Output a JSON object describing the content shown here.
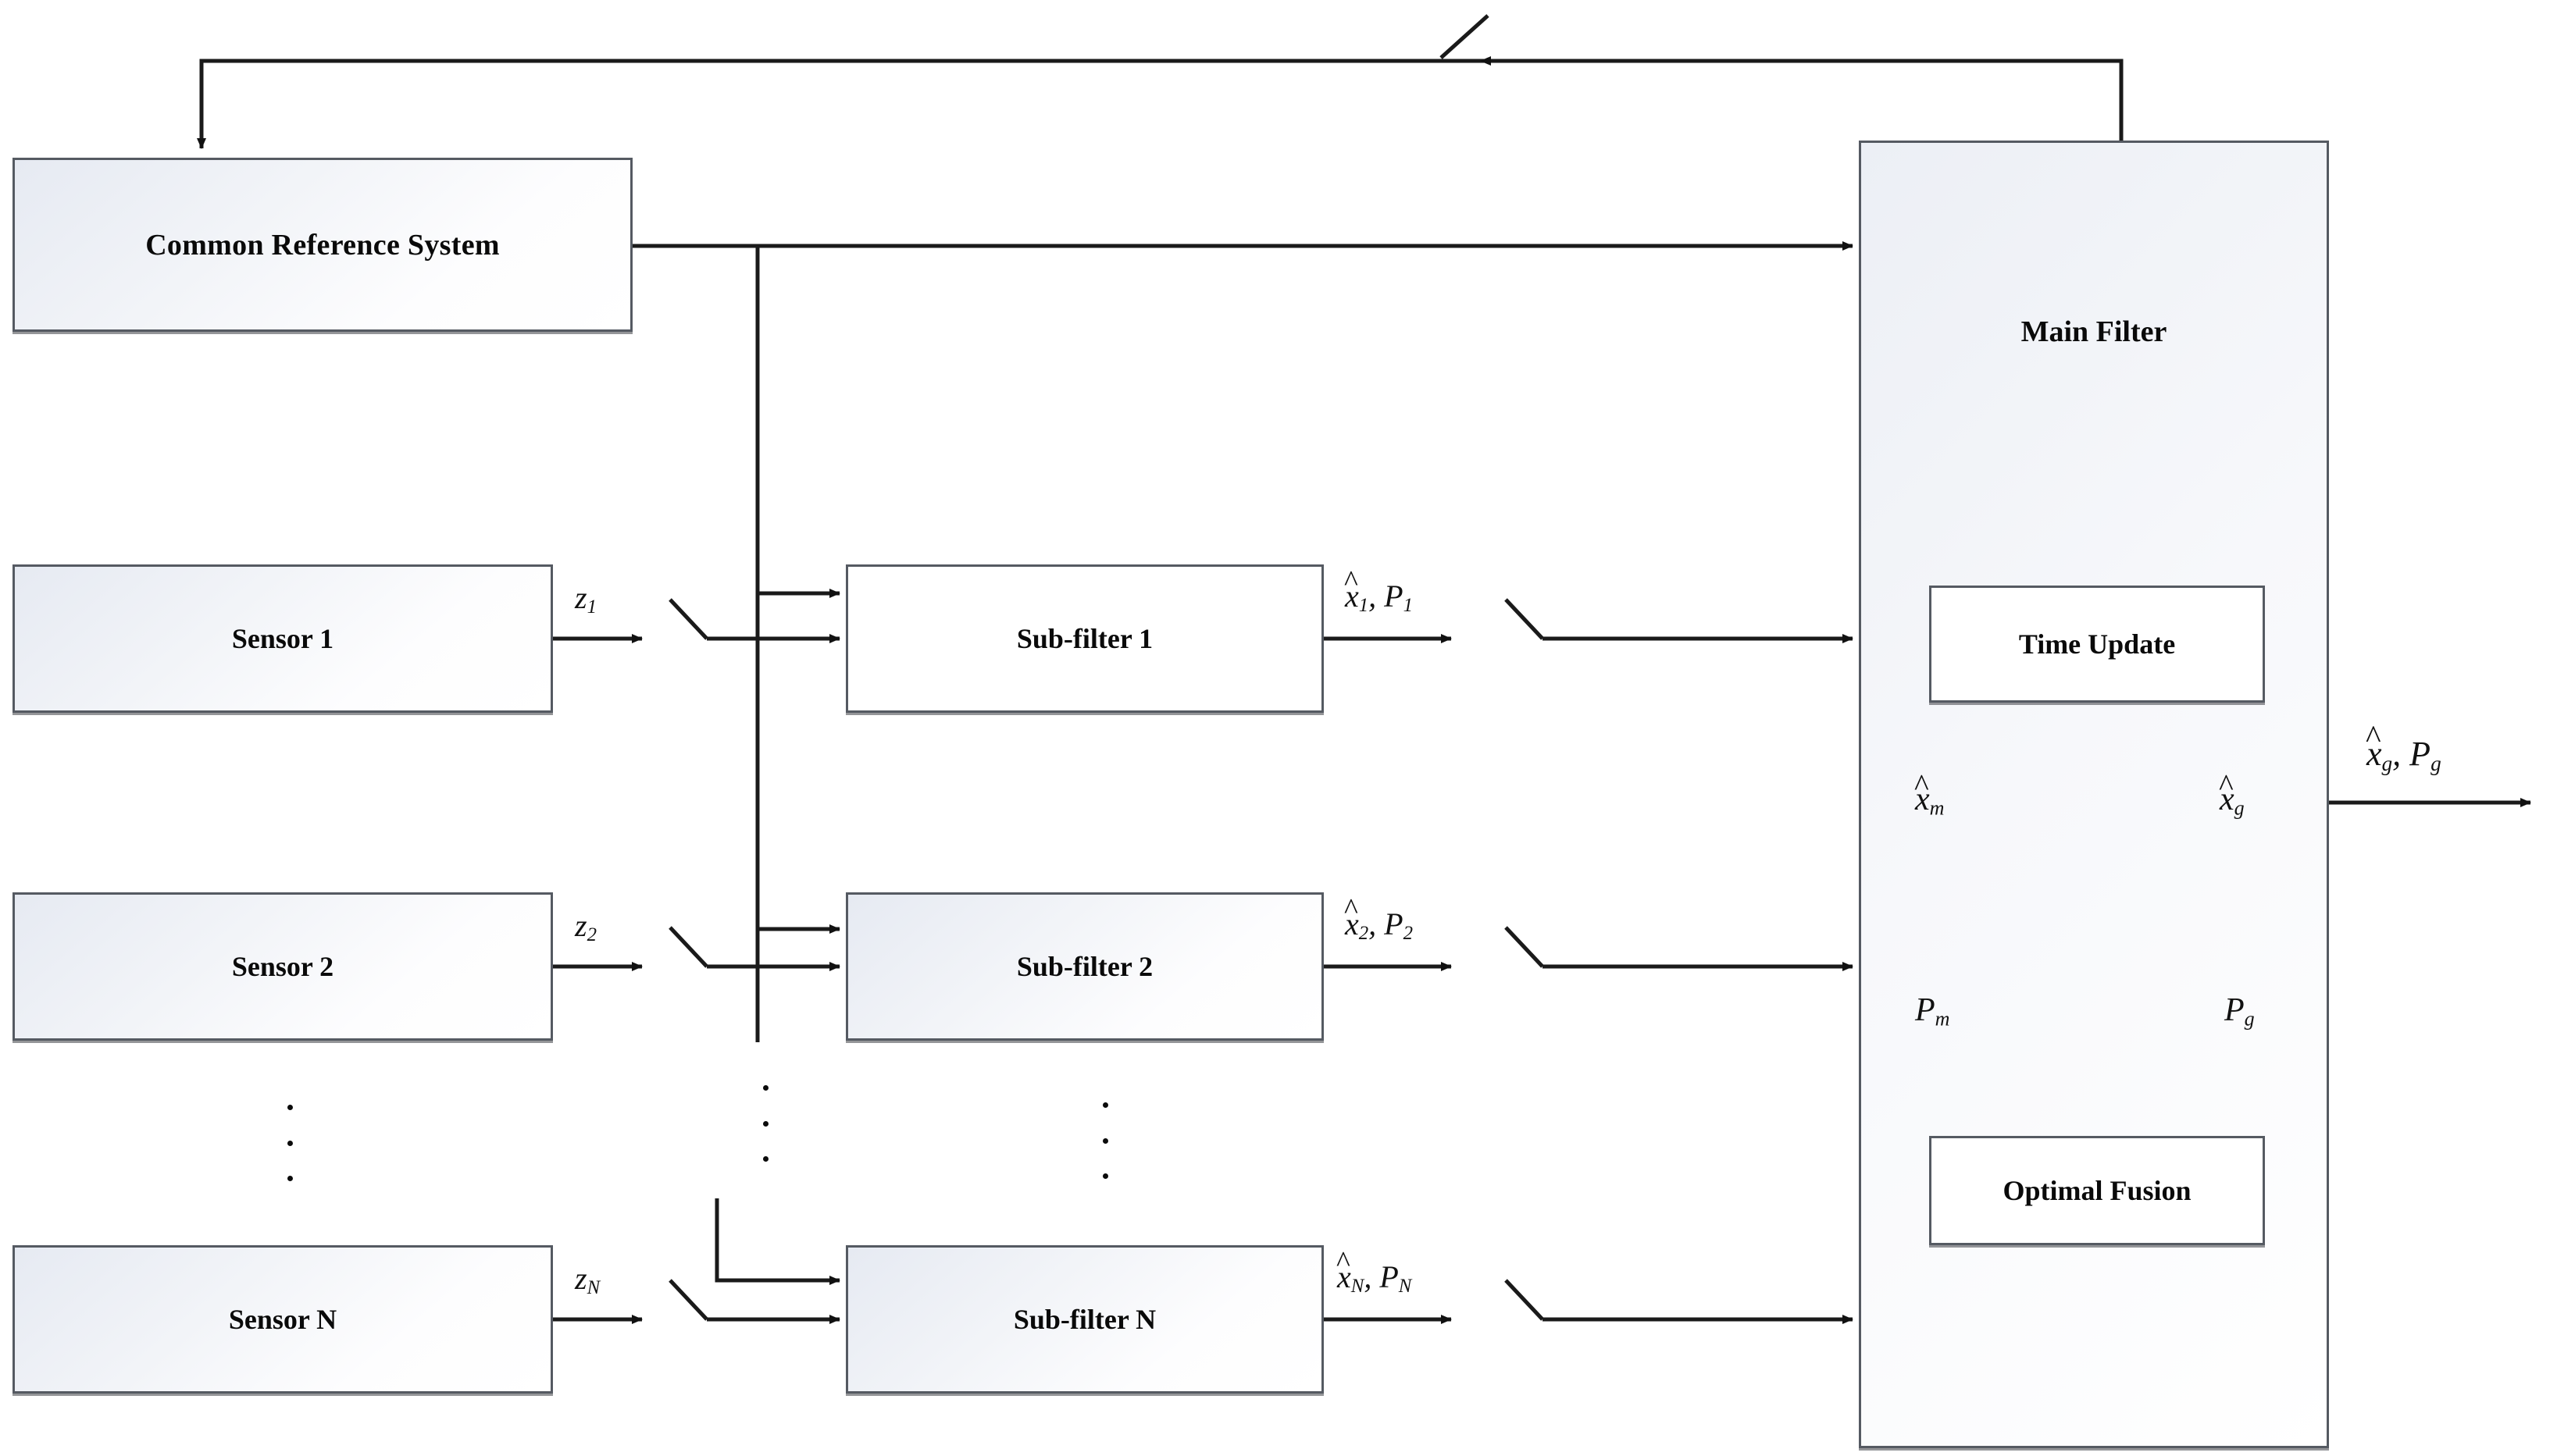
{
  "diagram": {
    "title": "Federated Kalman filter architecture block diagram",
    "colors": {
      "box_border": "#555a62",
      "line": "#1a1a1a",
      "box_fill_start": "#e6eaf2",
      "box_fill_end": "#ffffff"
    },
    "blocks": {
      "common_reference_system": "Common Reference System",
      "sensor_1": "Sensor 1",
      "sensor_2": "Sensor 2",
      "sensor_n": "Sensor N",
      "subfilter_1": "Sub-filter 1",
      "subfilter_2": "Sub-filter 2",
      "subfilter_n": "Sub-filter N",
      "main_filter": "Main Filter",
      "time_update": "Time Update",
      "optimal_fusion": "Optimal Fusion"
    },
    "signal_labels": {
      "z1": "z",
      "z1_sub": "1",
      "z2": "z",
      "z2_sub": "2",
      "zn": "z",
      "zn_sub": "N",
      "sf1_out_x": "x",
      "sf1_out_x_sub": "1",
      "sf1_out_p": "P",
      "sf1_out_p_sub": "1",
      "sf2_out_x": "x",
      "sf2_out_x_sub": "2",
      "sf2_out_p": "P",
      "sf2_out_p_sub": "2",
      "sfn_out_x": "x",
      "sfn_out_x_sub": "N",
      "sfn_out_p": "P",
      "sfn_out_p_sub": "N",
      "x_m": "x",
      "x_m_sub": "m",
      "p_m": "P",
      "p_m_sub": "m",
      "x_g_up": "x",
      "x_g_up_sub": "g",
      "p_g_up": "P",
      "p_g_up_sub": "g",
      "out_x_g": "x",
      "out_x_g_sub": "g",
      "out_p_g": "P",
      "out_p_g_sub": "g",
      "comma": ", ",
      "hat": "^"
    },
    "ellipses": {
      "sensor_column": "vertical-ellipsis",
      "bus_column": "vertical-ellipsis",
      "subfilter_column": "vertical-ellipsis"
    },
    "connector_names": {
      "feedback_top": "feedback-to-common-reference-system",
      "crs_to_main": "common-reference-to-main-filter",
      "crs_bus": "common-reference-distribution-bus",
      "switch": "switch-symbol"
    }
  }
}
